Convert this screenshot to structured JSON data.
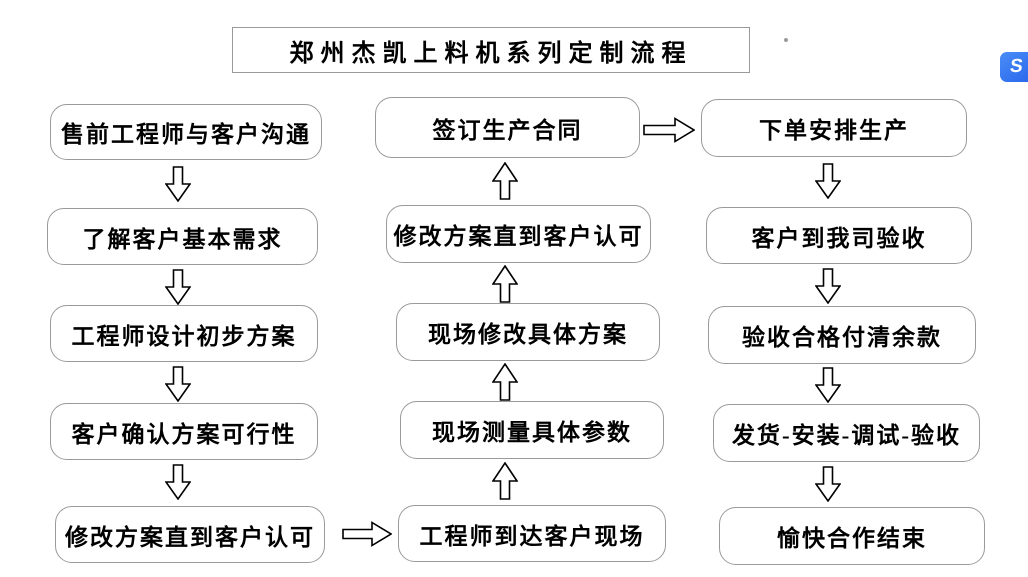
{
  "title": "郑州杰凯上料机系列定制流程",
  "flow": {
    "left": [
      "售前工程师与客户沟通",
      "了解客户基本需求",
      "工程师设计初步方案",
      "客户确认方案可行性",
      "修改方案直到客户认可"
    ],
    "middle": [
      "签订生产合同",
      "修改方案直到客户认可",
      "现场修改具体方案",
      "现场测量具体参数",
      "工程师到达客户现场"
    ],
    "right": [
      "下单安排生产",
      "客户到我司验收",
      "验收合格付清余款",
      "发货-安装-调试-验收",
      "愉快合作结束"
    ]
  },
  "flow_directions": {
    "left_column": "top-to-bottom",
    "middle_column": "bottom-to-top",
    "right_column": "top-to-bottom",
    "cross_links": [
      "修改方案直到客户认可 → 工程师到达客户现场",
      "签订生产合同 → 下单安排生产"
    ]
  },
  "colors": {
    "background": "#ffffff",
    "box_border": "#9a9a9a",
    "text": "#000000",
    "arrow_outline": "#000000",
    "widget_blue": "#2e6cf0"
  },
  "widget": {
    "glyph": "S"
  }
}
